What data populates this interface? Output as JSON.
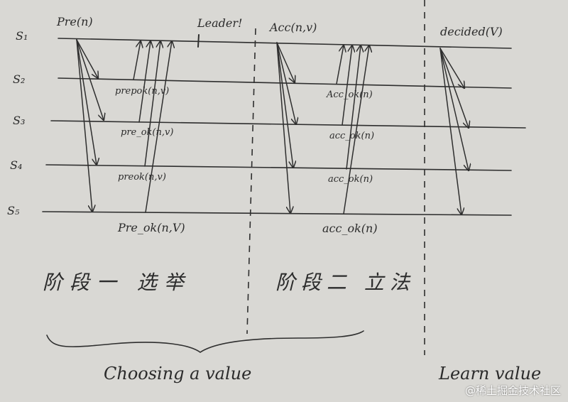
{
  "servers": [
    "S₁",
    "S₂",
    "S₃",
    "S₄",
    "S₅"
  ],
  "top_labels": {
    "prepare": "Pre(n)",
    "leader": "Leader!",
    "accept": "Acc(n,v)",
    "decided": "decided(V)"
  },
  "prepare_ok_labels": [
    "prepok(n,v)",
    "pre_ok(n,v)",
    "preok(n,v)",
    "Pre_ok(n,V)"
  ],
  "accept_ok_labels": [
    "Acc_ok(n)",
    "acc_ok(n)",
    "acc_ok(n)",
    "acc_ok(n)"
  ],
  "phase_labels": {
    "phase1": "阶段一 选举",
    "phase2": "阶段二 立法"
  },
  "bottom_labels": {
    "choosing": "Choosing a value",
    "learn": "Learn value"
  },
  "watermark": "@稀土掘金技术社区"
}
